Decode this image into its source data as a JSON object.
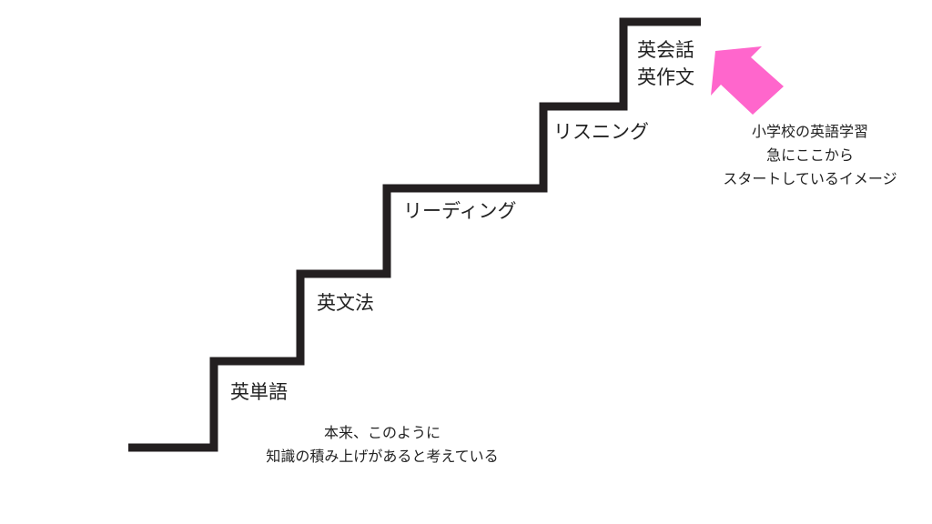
{
  "diagram": {
    "steps": [
      {
        "lines": [
          "英単語"
        ]
      },
      {
        "lines": [
          "英文法"
        ]
      },
      {
        "lines": [
          "リーディング"
        ]
      },
      {
        "lines": [
          "リスニング"
        ]
      },
      {
        "lines": [
          "英会話",
          "英作文"
        ]
      }
    ],
    "side_note": {
      "lines": [
        "小学校の英語学習",
        "急にここから",
        "スタートしているイメージ"
      ]
    },
    "bottom_note": {
      "lines": [
        "本来、このように",
        "知識の積み上げがあると考えている"
      ]
    },
    "colors": {
      "staircase": "#231f20",
      "arrow": "#ff66cc",
      "text": "#222222"
    }
  }
}
